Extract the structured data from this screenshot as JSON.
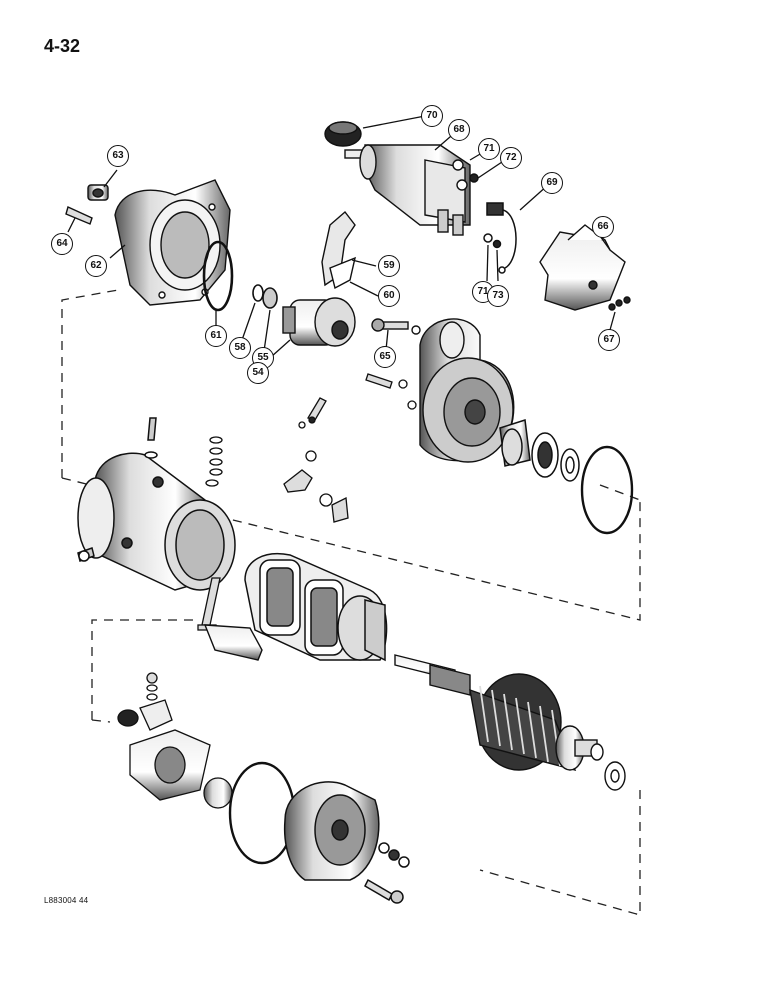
{
  "page_number": "4-32",
  "figure_code": "L883004 44",
  "callouts": [
    {
      "key": "c70",
      "label": "70"
    },
    {
      "key": "c68",
      "label": "68"
    },
    {
      "key": "c71a",
      "label": "71"
    },
    {
      "key": "c72",
      "label": "72"
    },
    {
      "key": "c69",
      "label": "69"
    },
    {
      "key": "c63",
      "label": "63"
    },
    {
      "key": "c64",
      "label": "64"
    },
    {
      "key": "c62",
      "label": "62"
    },
    {
      "key": "c66",
      "label": "66"
    },
    {
      "key": "c59",
      "label": "59"
    },
    {
      "key": "c60",
      "label": "60"
    },
    {
      "key": "c71b",
      "label": "71"
    },
    {
      "key": "c73",
      "label": "73"
    },
    {
      "key": "c67",
      "label": "67"
    },
    {
      "key": "c61",
      "label": "61"
    },
    {
      "key": "c58",
      "label": "58"
    },
    {
      "key": "c55",
      "label": "55"
    },
    {
      "key": "c54",
      "label": "54"
    },
    {
      "key": "c65",
      "label": "65"
    }
  ]
}
